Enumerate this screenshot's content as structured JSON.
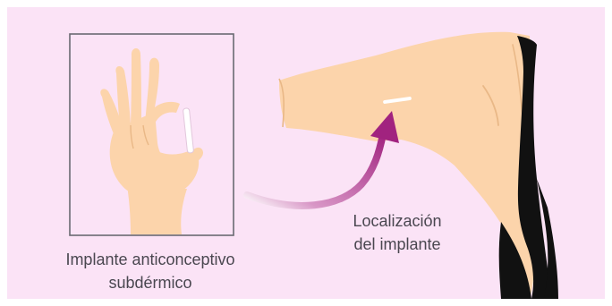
{
  "captions": {
    "implant": {
      "line1": "Implante anticonceptivo",
      "line2": "subdérmico"
    },
    "location": {
      "line1": "Localización",
      "line2": "del implante"
    }
  },
  "colors": {
    "background": "#fbe3f6",
    "frame": "#ffffff",
    "skin": "#fcd4ab",
    "skin_shadow": "#e9b887",
    "arrow": "#a1237f",
    "implant": "#ffffff",
    "garment": "#111111",
    "text": "#4a4750",
    "box_border": "#6a6a72"
  }
}
